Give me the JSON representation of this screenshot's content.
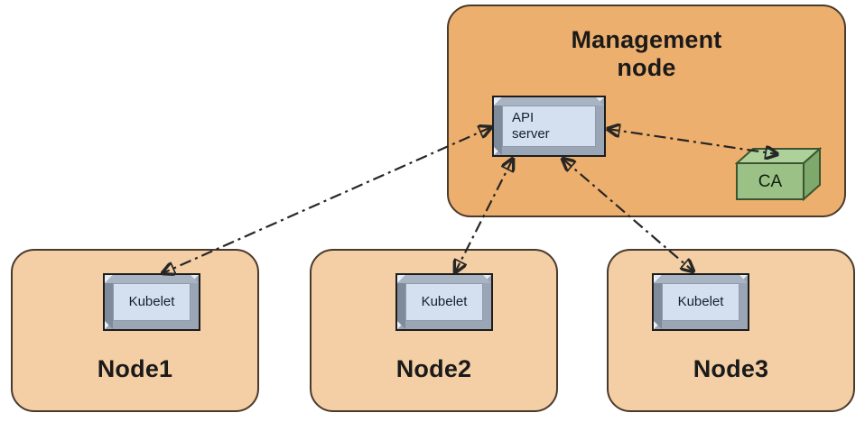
{
  "diagram": {
    "type": "architecture-diagram",
    "title_implied": "Kubernetes management node and worker nodes certificate flow",
    "colors": {
      "management_node_fill": "#edaf6d",
      "worker_node_fill": "#f4cea4",
      "container_border": "#4a3a2c",
      "component_fill": "#d4e0f0",
      "component_bevel_light": "#eef2f8",
      "component_bevel_dark": "#7f8b9a",
      "component_border": "#1d1d1d",
      "ca_fill_front": "#9bc186",
      "ca_fill_top": "#aed09b",
      "ca_fill_side": "#7fa86c",
      "ca_border": "#3c5530",
      "connector_stroke": "#262626",
      "background": "#ffffff"
    },
    "management_node": {
      "label": "Management\nnode",
      "components": [
        {
          "id": "api-server",
          "label": "API\nserver",
          "shape": "beveled-rect"
        },
        {
          "id": "ca",
          "label": "CA",
          "shape": "3d-cuboid"
        }
      ]
    },
    "worker_nodes": [
      {
        "id": "node1",
        "label": "Node1",
        "component": {
          "id": "kubelet-node1",
          "label": "Kubelet",
          "shape": "beveled-rect"
        }
      },
      {
        "id": "node2",
        "label": "Node2",
        "component": {
          "id": "kubelet-node2",
          "label": "Kubelet",
          "shape": "beveled-rect"
        }
      },
      {
        "id": "node3",
        "label": "Node3",
        "component": {
          "id": "kubelet-node3",
          "label": "Kubelet",
          "shape": "beveled-rect"
        }
      }
    ],
    "connectors": [
      {
        "id": "api-to-kubelet1",
        "from": "api-server",
        "to": "kubelet-node1",
        "style": "dash-dot",
        "arrows": "both"
      },
      {
        "id": "api-to-kubelet2",
        "from": "api-server",
        "to": "kubelet-node2",
        "style": "dash-dot",
        "arrows": "both"
      },
      {
        "id": "api-to-kubelet3",
        "from": "api-server",
        "to": "kubelet-node3",
        "style": "dash-dot",
        "arrows": "both"
      },
      {
        "id": "api-to-ca",
        "from": "api-server",
        "to": "ca",
        "style": "dash-dot",
        "arrows": "both"
      }
    ]
  }
}
